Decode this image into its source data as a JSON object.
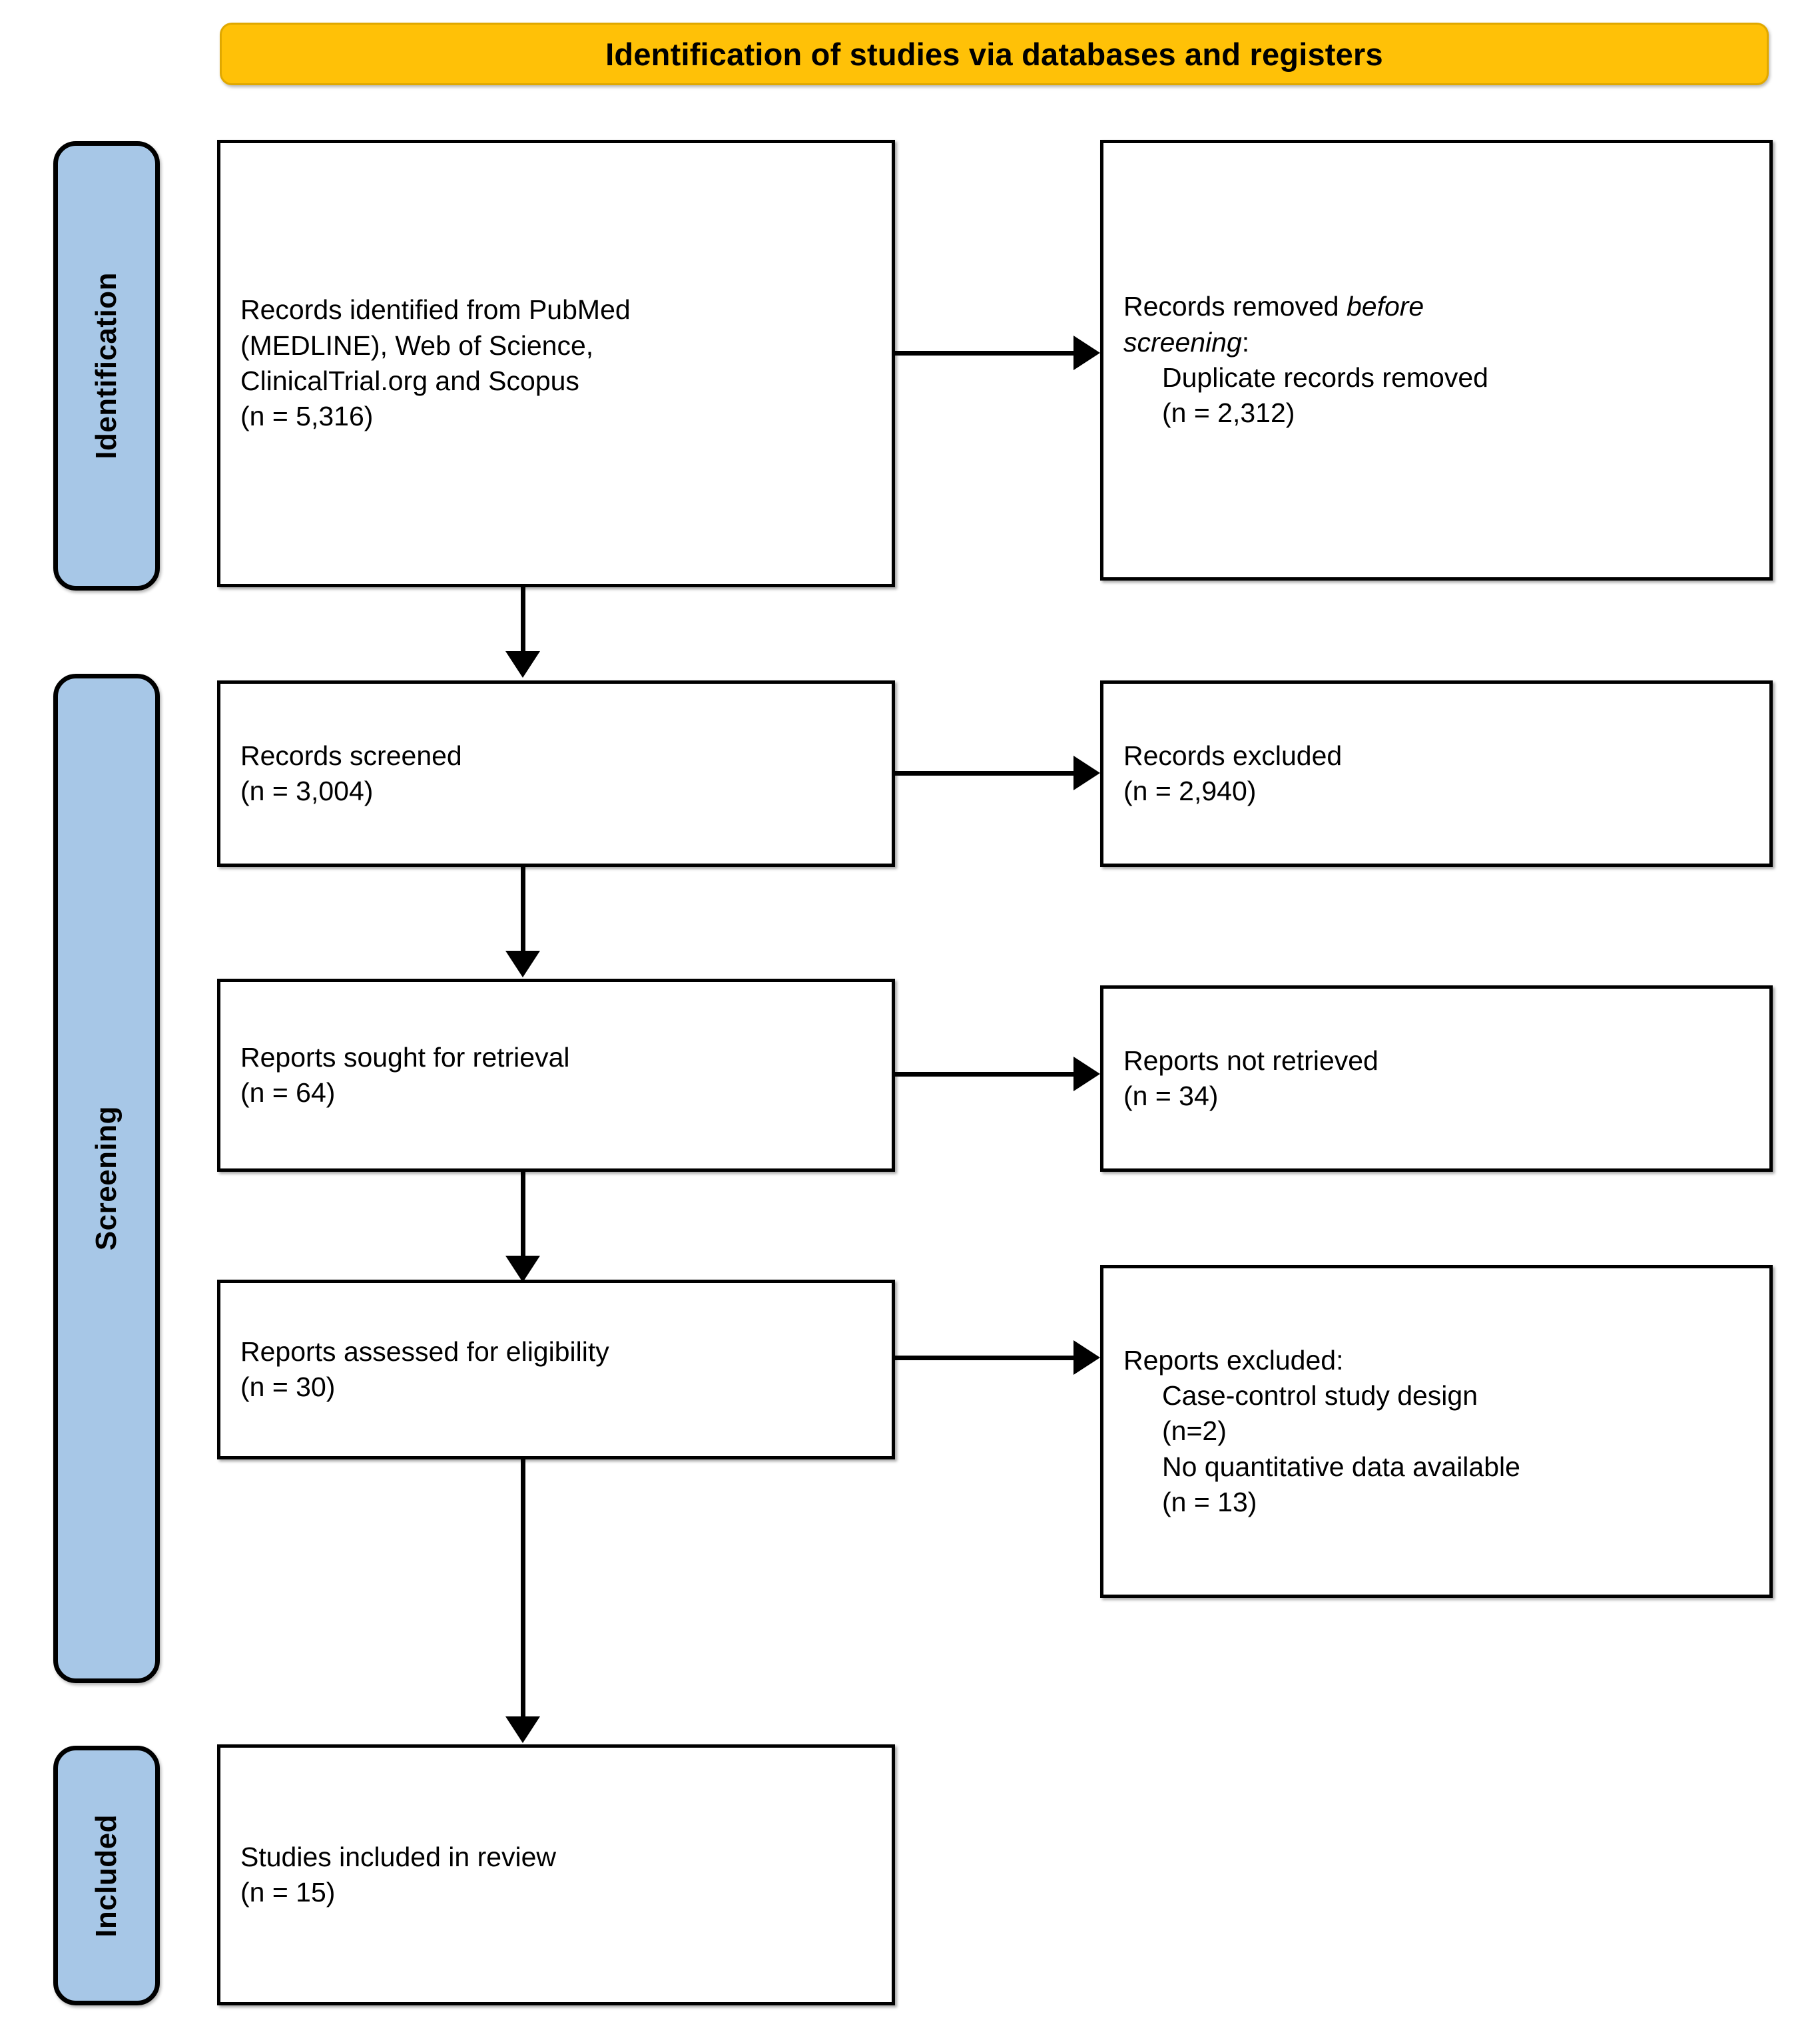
{
  "header": {
    "title": "Identification of studies via databases and registers",
    "bar_color": "#FFC107",
    "text_color": "#000000"
  },
  "stages": [
    {
      "id": "identification",
      "label": "Identification",
      "color": "#A7C7E7"
    },
    {
      "id": "screening",
      "label": "Screening",
      "color": "#A7C7E7"
    },
    {
      "id": "included",
      "label": "Included",
      "color": "#A7C7E7"
    }
  ],
  "boxes": {
    "records_identified": {
      "line1": "Records identified from PubMed",
      "line2": "(MEDLINE), Web of Science,",
      "line3": "ClinicalTrial.org and Scopus",
      "line4": "(n = 5,316)"
    },
    "records_removed": {
      "line1_prefix": "Records removed ",
      "line1_italic": "before",
      "line2_italic": "screening",
      "line2_suffix": ":",
      "line3": "Duplicate records removed",
      "line4": "(n = 2,312)"
    },
    "records_screened": {
      "line1": "Records screened",
      "line2": "(n = 3,004)"
    },
    "records_excluded": {
      "line1": "Records excluded",
      "line2": "(n = 2,940)"
    },
    "reports_sought": {
      "line1": "Reports sought for retrieval",
      "line2": "(n = 64)"
    },
    "reports_not_retrieved": {
      "line1": "Reports not retrieved",
      "line2": "(n = 34)"
    },
    "reports_assessed": {
      "line1": "Reports assessed for eligibility",
      "line2": "(n = 30)"
    },
    "reports_excluded": {
      "line1": "Reports excluded:",
      "line2": "Case-control study design",
      "line3": "(n=2)",
      "line4": "No quantitative data available",
      "line5": "(n = 13)"
    },
    "studies_included": {
      "line1": "Studies included in review",
      "line2": "(n = 15)"
    }
  },
  "flow_data": {
    "type": "prisma-flow",
    "counts": {
      "records_identified": 5316,
      "duplicates_removed": 2312,
      "records_screened": 3004,
      "records_excluded": 2940,
      "reports_sought": 64,
      "reports_not_retrieved": 34,
      "reports_assessed": 30,
      "excluded_case_control": 2,
      "excluded_no_quant_data": 13,
      "studies_included": 15
    }
  }
}
